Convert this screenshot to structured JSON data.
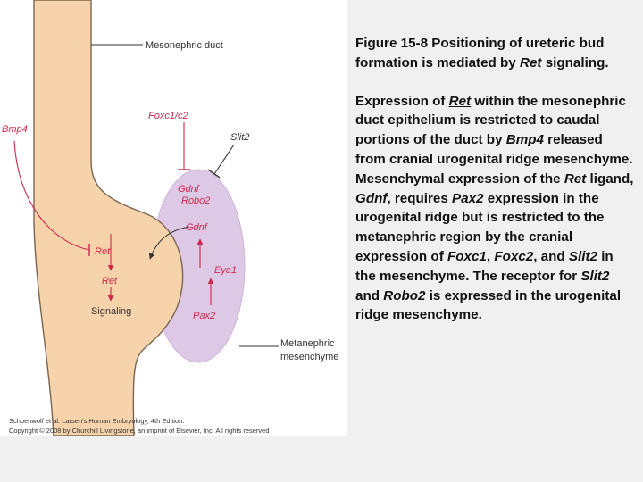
{
  "figure": {
    "labels": {
      "mesonephric_duct": "Mesonephric duct",
      "metanephric_mesenchyme_line1": "Metanephric",
      "metanephric_mesenchyme_line2": "mesenchyme",
      "foxc": "Foxc1/c2",
      "slit2": "Slit2",
      "bmp4": "Bmp4",
      "gdnf_top": "Gdnf",
      "robo2": "Robo2",
      "gdnf_mid": "Gdnf",
      "eya1": "Eya1",
      "pax2": "Pax2",
      "ret_upper": "Ret",
      "ret_lower": "Ret",
      "signaling": "Signaling"
    },
    "credit_line1": "Schoenwolf et al: Larsen's Human Embryology, 4th Edition.",
    "credit_line2": "Copyright © 2008 by Churchill Livingstone, an imprint of Elsevier, Inc. All rights reserved",
    "colors": {
      "duct_fill": "#f6d3ab",
      "duct_stroke": "#7a6652",
      "mesenchyme_fill": "#ddc9e6",
      "arrow_red": "#d2264b",
      "leader_dark": "#333333"
    }
  },
  "caption": {
    "title_part1": "Figure 15-8 Positioning of ureteric bud formation is mediated by ",
    "title_ret": "Ret",
    "title_part2": " signaling.",
    "b1": "Expression of ",
    "b2": "Ret",
    "b3": " within the mesonephric duct epithelium is restricted to caudal portions of the duct by ",
    "b4": "Bmp4",
    "b5": " released from cranial urogenital ridge mesenchyme. Mesenchymal expression of the ",
    "b6": "Ret",
    "b7": " ligand, ",
    "b8": "Gdnf",
    "b9": ", requires ",
    "b10": "Pax2",
    "b11": " expression in the urogenital ridge but is restricted to the metanephric region by the cranial expression of ",
    "b12": "Foxc1",
    "b13": ", ",
    "b14": "Foxc2",
    "b15": ", and ",
    "b16": "Slit2",
    "b17": " in the mesenchyme. The receptor for ",
    "b18": "Slit2",
    "b19": " and ",
    "b20": "Robo2",
    "b21": " is expressed in the urogenital ridge mesenchyme."
  }
}
